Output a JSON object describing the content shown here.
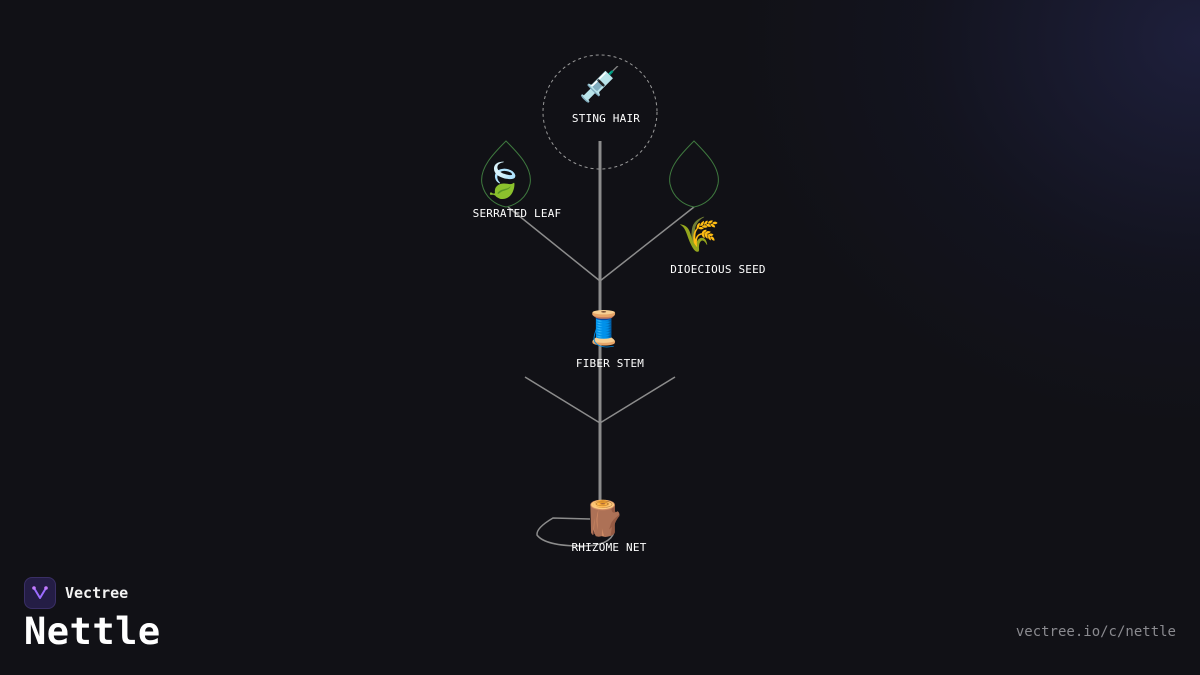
{
  "brand": {
    "name": "Vectree",
    "logo_icon": "vectree-logo-icon"
  },
  "page": {
    "title": "Nettle",
    "url": "vectree.io/c/nettle"
  },
  "diagram": {
    "nodes": [
      {
        "id": "sting-hair",
        "label": "STING HAIR",
        "icon": "syringe-icon",
        "glyph": "💉"
      },
      {
        "id": "serrated-leaf",
        "label": "SERRATED LEAF",
        "icon": "leaf-wind-icon",
        "glyph": "🍃"
      },
      {
        "id": "dioecious-seed",
        "label": "DIOECIOUS SEED",
        "icon": "wheat-icon",
        "glyph": "🌾"
      },
      {
        "id": "fiber-stem",
        "label": "FIBER STEM",
        "icon": "thread-spool-icon",
        "glyph": "🧵"
      },
      {
        "id": "rhizome-net",
        "label": "RHIZOME NET",
        "icon": "log-icon",
        "glyph": "🪵"
      }
    ],
    "colors": {
      "stem": "#8c8c8c",
      "leaf_outline": "#3f7a3f",
      "dashed_circle": "#9a9a9a",
      "accent": "#7b5cff"
    }
  }
}
